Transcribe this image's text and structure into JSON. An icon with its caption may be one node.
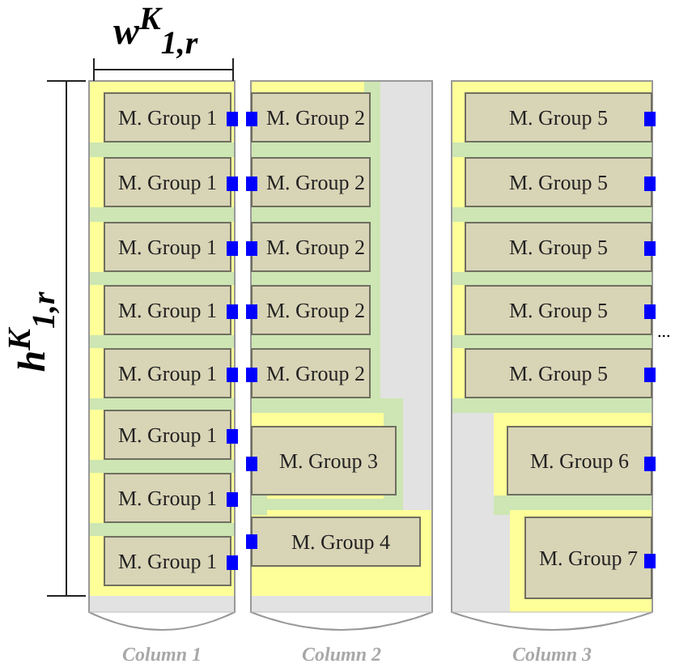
{
  "diagram": {
    "nodes": [
      {
        "text": [
          "Column 1"
        ]
      },
      {
        "text": [
          "M. Group 1"
        ],
        "in": 0
      },
      {
        "text": [
          "M. Group 1"
        ],
        "in": 0
      },
      {
        "text": [
          "M. Group 1"
        ],
        "in": 0
      },
      {
        "text": [
          "M. Group 1"
        ],
        "in": 0
      },
      {
        "text": [
          "M. Group 1"
        ],
        "in": 0
      },
      {
        "text": [
          "M. Group 1"
        ],
        "in": 0
      },
      {
        "text": [
          "M. Group 1"
        ],
        "in": 0
      },
      {
        "text": [
          "M. Group 1"
        ],
        "in": 0
      },
      {
        "text": [
          "Column 2"
        ]
      },
      {
        "text": [
          "M. Group 2"
        ],
        "in": 9
      },
      {
        "text": [
          "M. Group 2"
        ],
        "in": 9
      },
      {
        "text": [
          "M. Group 2"
        ],
        "in": 9
      },
      {
        "text": [
          "M. Group 2"
        ],
        "in": 9
      },
      {
        "text": [
          "M. Group 2"
        ],
        "in": 9
      },
      {
        "text": [
          "M. Group 3"
        ],
        "in": 9
      },
      {
        "text": [
          "M. Group 4"
        ],
        "in": 9
      },
      {
        "text": [
          "Column 3"
        ]
      },
      {
        "text": [
          "M. Group 5"
        ],
        "in": 17
      },
      {
        "text": [
          "M. Group 5"
        ],
        "in": 17
      },
      {
        "text": [
          "M. Group 5"
        ],
        "in": 17
      },
      {
        "text": [
          "M. Group 5"
        ],
        "in": 17
      },
      {
        "text": [
          "M. Group 5"
        ],
        "in": 17
      },
      {
        "text": [
          "M. Group 6"
        ],
        "in": 17
      },
      {
        "text": [
          "M. Group 7"
        ],
        "in": 17
      }
    ],
    "edges": [],
    "labels": [
      "w$^{K}$$_{1,r}$",
      "h$^{K}$$_{1,r}$",
      "..."
    ]
  }
}
